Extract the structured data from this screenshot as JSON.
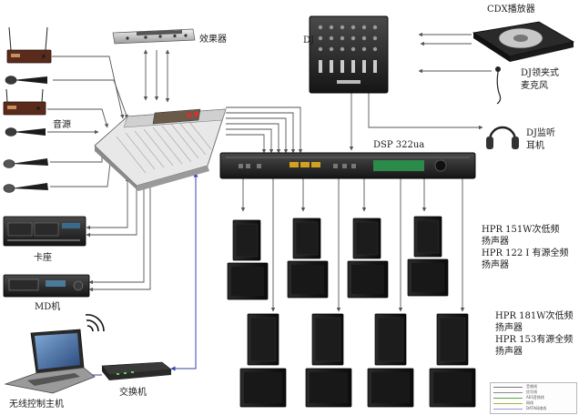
{
  "labels": {
    "effects": "效果器",
    "source": "音源",
    "deck": "卡座",
    "md": "MD机",
    "wireless_host": "无线控制主机",
    "switch": "交换机",
    "cdx": "CDX播放器",
    "dj_mic": "DJ领夹式\n麦克风",
    "dj_monitor": "DJ监听\n耳机",
    "dsp": "DSP 322ua",
    "mixer_tag": "DJ",
    "group1": "HPR 151W次低频\n扬声器\nHPR 122 I 有源全频\n扬声器",
    "group2": "HPR 181W次低频\n扬声器\nHPR 153有源全频\n扬声器"
  },
  "legend": [
    {
      "text": "音频线",
      "color": "#777777"
    },
    {
      "text": "信号线",
      "color": "#8a8a8a"
    },
    {
      "text": "AES音频线",
      "color": "#5aa84a"
    },
    {
      "text": "网线",
      "color": "#b0b040"
    },
    {
      "text": "DATA网络线",
      "color": "#9a9ad0"
    }
  ],
  "colors": {
    "line": "#555555",
    "network": "#3344aa",
    "device_dark": "#1c1c1c"
  },
  "icons": [
    "wireless-mic-receiver-icon",
    "microphone-icon",
    "mixing-console-icon",
    "effects-rack-icon",
    "cassette-deck-icon",
    "md-player-icon",
    "laptop-icon",
    "wifi-icon",
    "network-switch-icon",
    "dj-mixer-icon",
    "cdx-turntable-icon",
    "lavalier-mic-icon",
    "headphones-icon",
    "dsp-processor-icon",
    "speaker-icon",
    "subwoofer-icon"
  ]
}
